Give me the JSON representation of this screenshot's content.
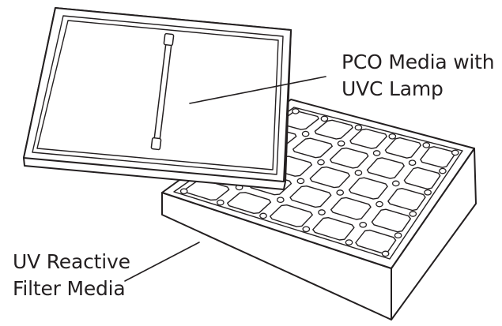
{
  "labels": {
    "pco_line1": "PCO Media with",
    "pco_line2": "UVC Lamp",
    "uv_line1": "UV Reactive",
    "uv_line2": "Filter Media"
  }
}
